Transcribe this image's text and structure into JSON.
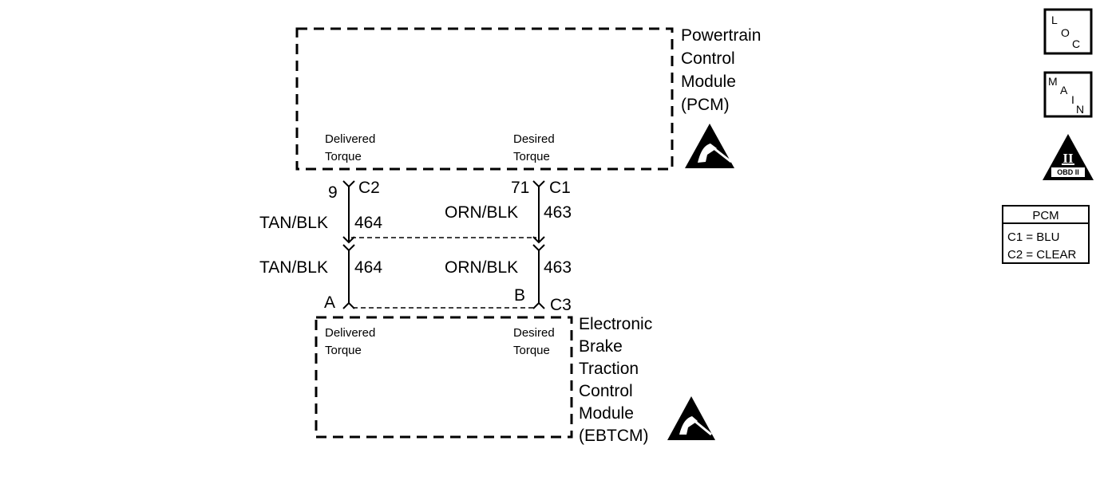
{
  "pcm": {
    "name_lines": [
      "Powertrain",
      "Control",
      "Module",
      "(PCM)"
    ],
    "pin_left": {
      "line1": "Delivered",
      "line2": "Torque"
    },
    "pin_right": {
      "line1": "Desired",
      "line2": "Torque"
    }
  },
  "ebtcm": {
    "name_lines": [
      "Electronic",
      "Brake",
      "Traction",
      "Control",
      "Module",
      "(EBTCM)"
    ],
    "pin_left": {
      "line1": "Delivered",
      "line2": "Torque"
    },
    "pin_right": {
      "line1": "Desired",
      "line2": "Torque"
    }
  },
  "wires": [
    {
      "pin_top": "9",
      "connector_top": "C2",
      "color_upper": "TAN/BLK",
      "circuit_upper": "464",
      "color_lower": "TAN/BLK",
      "circuit_lower": "464",
      "pin_bottom": "A"
    },
    {
      "pin_top": "71",
      "connector_top": "C1",
      "color_upper": "ORN/BLK",
      "circuit_upper": "463",
      "color_lower": "ORN/BLK",
      "circuit_lower": "463",
      "pin_bottom": "B",
      "connector_bottom": "C3"
    }
  ],
  "side_icons": {
    "loc": {
      "l1": "L",
      "l2": "O",
      "l3": "C"
    },
    "main": {
      "l1": "M",
      "l2": "A",
      "l3": "I",
      "l4": "N"
    },
    "obd": {
      "numeral": "II",
      "label": "OBD II"
    }
  },
  "pcm_connector_table": {
    "title": "PCM",
    "rows": [
      "C1 = BLU",
      "C2 = CLEAR"
    ]
  },
  "colors": {
    "ink": "#000000",
    "background": "#ffffff"
  }
}
